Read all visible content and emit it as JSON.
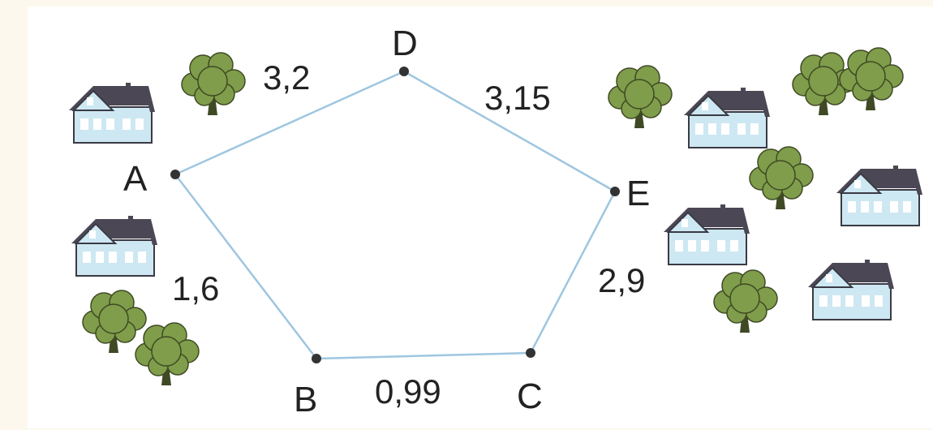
{
  "diagram": {
    "vertices": [
      {
        "id": "A",
        "label": "A"
      },
      {
        "id": "D",
        "label": "D"
      },
      {
        "id": "E",
        "label": "E"
      },
      {
        "id": "C",
        "label": "C"
      },
      {
        "id": "B",
        "label": "B"
      }
    ],
    "edges": [
      {
        "from": "A",
        "to": "D",
        "length": "3,2"
      },
      {
        "from": "D",
        "to": "E",
        "length": "3,15"
      },
      {
        "from": "E",
        "to": "C",
        "length": "2,9"
      },
      {
        "from": "C",
        "to": "B",
        "length": "0,99"
      },
      {
        "from": "B",
        "to": "A",
        "length": "1,6"
      }
    ],
    "colors": {
      "edge": "#9ec6e0",
      "vertex": "#333333",
      "tree": "#7f9d4a",
      "tree_dark": "#3f4a25",
      "house_wall": "#cde8f2",
      "house_roof": "#4b4754"
    }
  }
}
